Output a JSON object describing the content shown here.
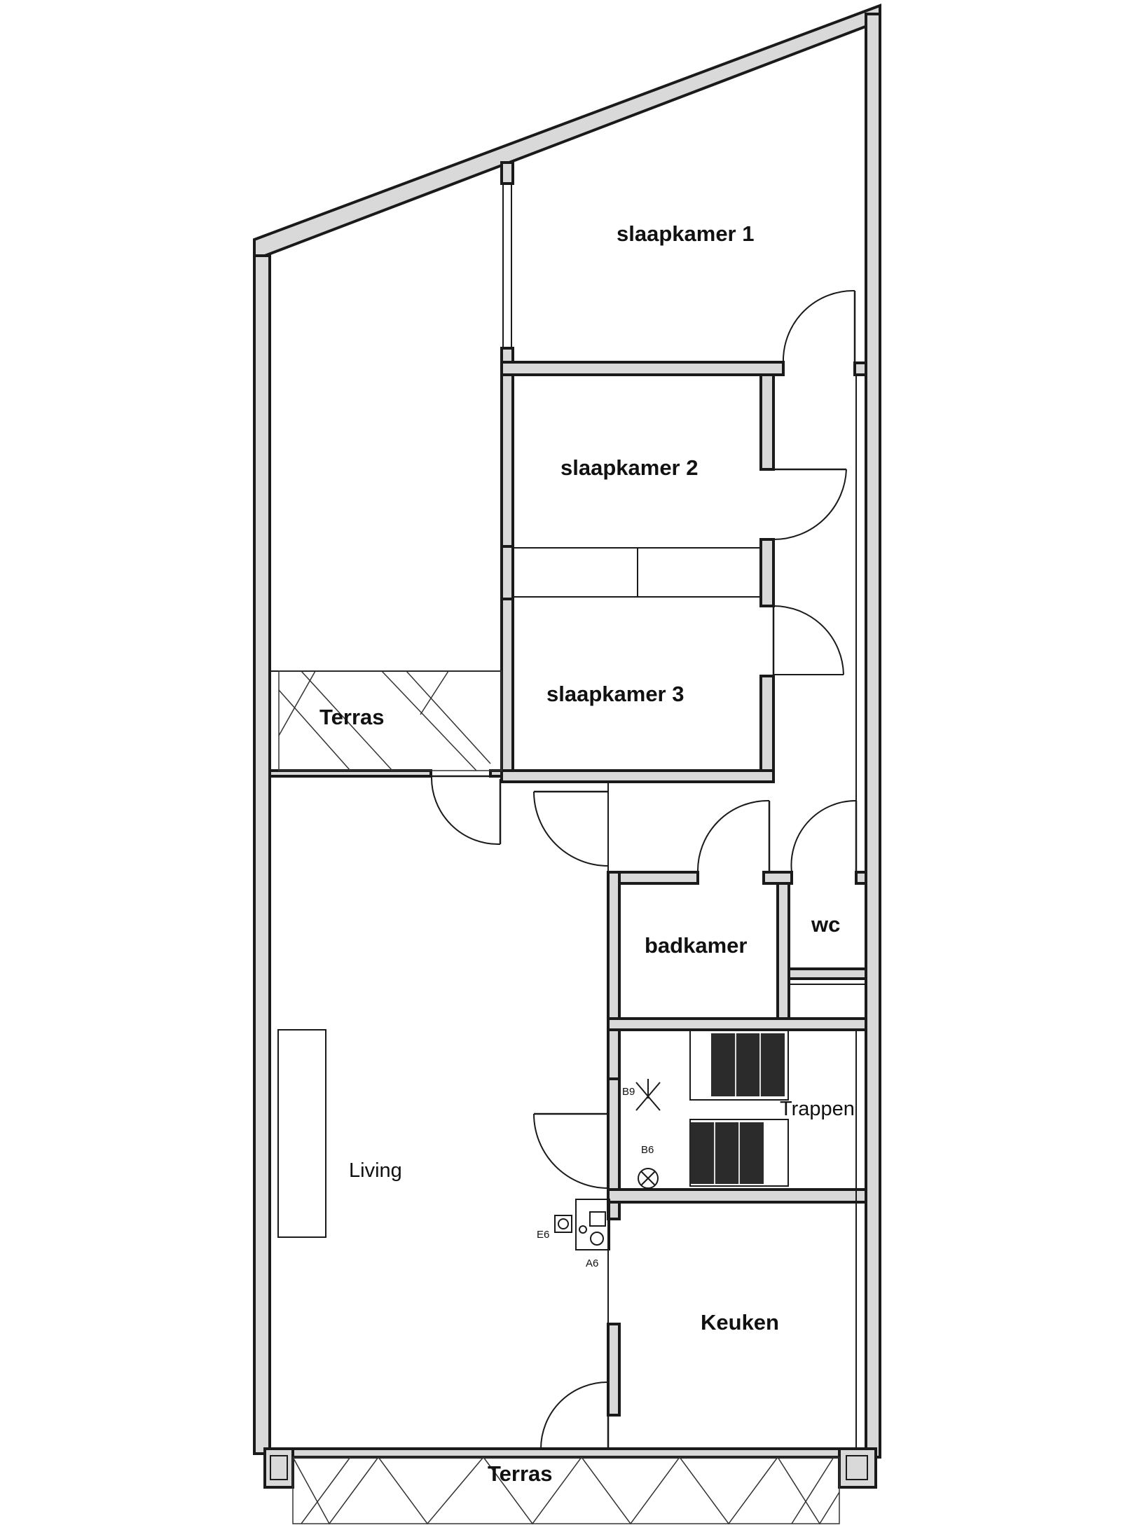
{
  "rooms": {
    "slaapkamer_1": "slaapkamer 1",
    "slaapkamer_2": "slaapkamer 2",
    "slaapkamer_3": "slaapkamer 3",
    "terras_side": "Terras",
    "living": "Living",
    "badkamer": "badkamer",
    "wc": "wc",
    "trappen": "Trappen",
    "keuken": "Keuken",
    "terras_front": "Terras"
  },
  "fixtures": {
    "b9": "B9",
    "b6": "B6",
    "e6": "E6",
    "a6": "A6"
  },
  "colors": {
    "wall_fill": "#d9d9d9",
    "line": "#1a1a1a",
    "background": "#ffffff"
  }
}
